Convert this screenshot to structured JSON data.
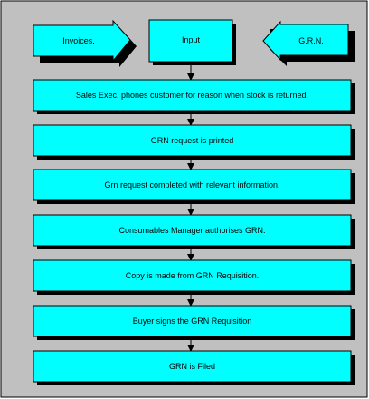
{
  "colors": {
    "background": "#c0c0c0",
    "box_fill": "#00ffff",
    "stroke": "#000000",
    "shadow": "#000000"
  },
  "inputs": {
    "left": "Invoices.",
    "center": "Input",
    "right": "G.R.N."
  },
  "steps": [
    "Sales Exec. phones customer for reason when stock is returned.",
    "GRN request is printed",
    "Grn request completed with relevant information.",
    "Consumables Manager authorises GRN.",
    "Copy is made from GRN Requisition.",
    "Buyer signs the GRN Requisition",
    "GRN is Filed"
  ]
}
